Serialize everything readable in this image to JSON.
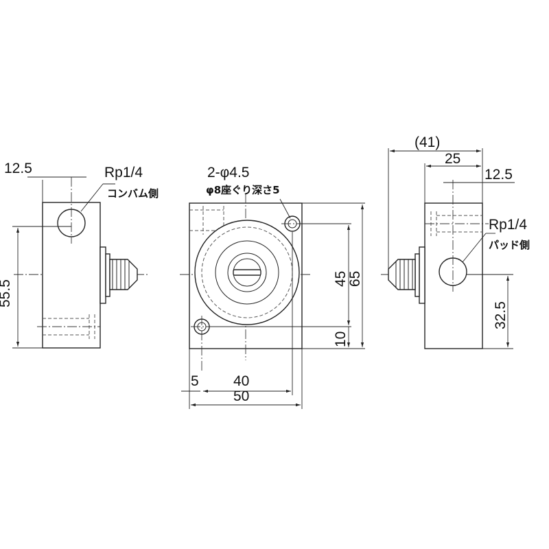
{
  "colors": {
    "line": "#222222",
    "background": "#ffffff",
    "text": "#111111"
  },
  "left_view": {
    "dim_top": "12.5",
    "dim_height": "55.5",
    "port_label": "Rp1/4",
    "port_note": "コンバム側"
  },
  "front_view": {
    "hole_label": "2-φ4.5",
    "hole_note": "φ8座ぐり深さ5",
    "dim_inner_h": "45",
    "dim_outer_h": "65",
    "dim_bottom": "10",
    "dim_left": "5",
    "dim_inner_w": "40",
    "dim_outer_w": "50"
  },
  "right_view": {
    "dim_overall": "(41)",
    "dim_body": "25",
    "dim_port": "12.5",
    "port_label": "Rp1/4",
    "port_note": "パッド側",
    "dim_height": "32.5"
  }
}
